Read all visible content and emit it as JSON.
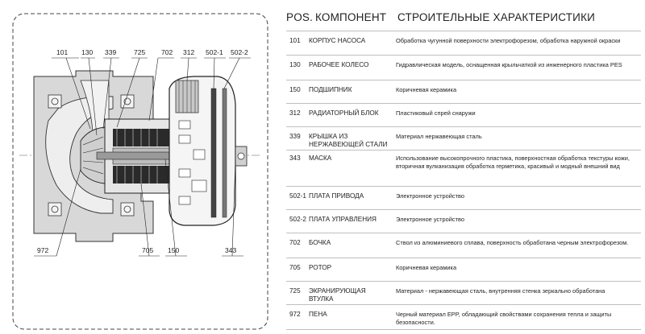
{
  "header": {
    "pos": "POS.",
    "component": "КОМПОНЕНТ",
    "characteristics": "СТРОИТЕЛЬНЫЕ ХАРАКТЕРИСТИКИ"
  },
  "rows": [
    {
      "pos": "101",
      "component": "КОРПУС НАСОСА",
      "desc": "Обработка чугунной поверхности электрофорезом, обработка наружной окраски"
    },
    {
      "pos": "130",
      "component": "РАБОЧЕЕ КОЛЕСО",
      "desc": "Гидравлическая модель, оснащенная крыльчаткой из инженерного пластика PES"
    },
    {
      "pos": "150",
      "component": "ПОДШИПНИК",
      "desc": "Коричневая керамика"
    },
    {
      "pos": "312",
      "component": "РАДИАТОРНЫЙ БЛОК",
      "desc": "Пластиковый спрей снаружи"
    },
    {
      "pos": "339",
      "component": "КРЫШКА ИЗ НЕРЖАВЕЮЩЕЙ СТАЛИ",
      "desc": "Материал нержавеющая сталь"
    },
    {
      "pos": "343",
      "component": "МАСКА",
      "desc": "Использование высокопрочного пластика, поверхностная обработка текстуры кожи, вторичная вулканизация обработка герметика, красивый и модный внешний вид"
    },
    {
      "pos": "502-1",
      "component": "ПЛАТА ПРИВОДА",
      "desc": "Электронное устройство"
    },
    {
      "pos": "502-2",
      "component": "ПЛАТА УПРАВЛЕНИЯ",
      "desc": "Электронное устройство"
    },
    {
      "pos": "702",
      "component": "БОЧКА",
      "desc": "Ствол из алюминиевого сплава, поверхность обработана черным электрофорезом."
    },
    {
      "pos": "705",
      "component": "РОТОР",
      "desc": "Коричневая керамика"
    },
    {
      "pos": "725",
      "component": "ЭКРАНИРУЮЩАЯ ВТУЛКА",
      "desc": "Материал - нержавеющая сталь, внутренняя стенка зеркально обработана"
    },
    {
      "pos": "972",
      "component": "ПЕНА",
      "desc": "Черный материал EPP, обладающий свойствами сохранения тепла и защиты безопасности."
    }
  ],
  "diagram_labels": {
    "l101": "101",
    "l130": "130",
    "l339": "339",
    "l725": "725",
    "l702": "702",
    "l312": "312",
    "l5021": "502-1",
    "l5022": "502-2",
    "l972": "972",
    "l705": "705",
    "l150": "150",
    "l343": "343"
  }
}
